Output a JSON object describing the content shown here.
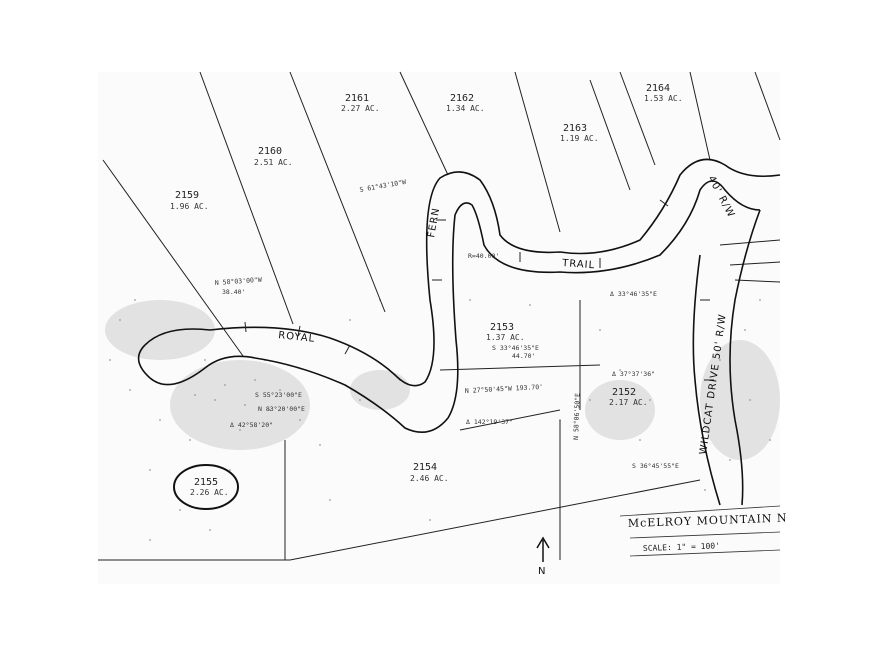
{
  "map": {
    "title": "McELROY MOUNTAIN N",
    "scale": "SCALE: 1\" = 100'",
    "north_label": "N"
  },
  "roads": {
    "royal": "ROYAL",
    "fern": "FERN",
    "trail": "TRAIL",
    "row_40": "40' R/W",
    "wildcat": "WILDCAT DRIVE 50' R/W"
  },
  "lots": [
    {
      "id": "2159",
      "acres": "1.96 AC."
    },
    {
      "id": "2160",
      "acres": "2.51 AC."
    },
    {
      "id": "2161",
      "acres": "2.27 AC."
    },
    {
      "id": "2162",
      "acres": "1.34 AC."
    },
    {
      "id": "2163",
      "acres": "1.19 AC."
    },
    {
      "id": "2164",
      "acres": "1.53 AC."
    },
    {
      "id": "2153",
      "acres": "1.37 AC."
    },
    {
      "id": "2152",
      "acres": "2.17 AC."
    },
    {
      "id": "2154",
      "acres": "2.46 AC."
    },
    {
      "id": "2155",
      "acres": "2.26 AC."
    }
  ],
  "bearings": {
    "b1": "N 58°03'00\"W",
    "b2": "38.40'",
    "b3": "S 61°43'10\"W",
    "b4": "N 27°50'45\"W 193.70'",
    "b5": "S 33°46'35\"E",
    "b6": "S 36°45'55\"E",
    "b7": "S 55°23'00\"E",
    "b8": "N 83°20'00\"E",
    "b9": "Δ 42°58'20\"",
    "b10": "Δ 37°37'36\"",
    "b11": "R=40.00'",
    "b12": "Δ 142°19'37\"",
    "b13": "44.70'",
    "b14": "N 58°06'50\"E",
    "b15": "Δ 33°46'35\"E"
  }
}
